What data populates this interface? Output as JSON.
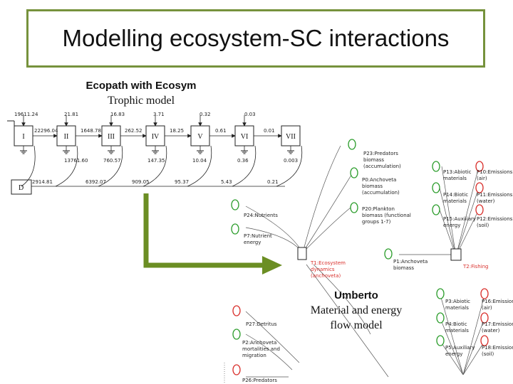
{
  "title": "Modelling ecosystem-SC interactions",
  "ecopath": {
    "caption_bold": "Ecopath with Ecosym",
    "caption_sub": "Trophic model",
    "levels": [
      "I",
      "II",
      "III",
      "IV",
      "V",
      "VI",
      "VII"
    ],
    "top_values": [
      "19611.24",
      "21.81",
      "16.83",
      "3.71",
      "0.32",
      "0.03"
    ],
    "flow_values": [
      "22296.04",
      "1648.78",
      "262.52",
      "18.25",
      "0.61",
      "0.01"
    ],
    "respiration_values": [
      "13761.60",
      "760.57",
      "147.35",
      "10.04",
      "0.36",
      "0.003"
    ],
    "detritus_label": "D",
    "detritus_values": [
      "2914.81",
      "6392.07",
      "909.05",
      "95.37",
      "5.43",
      "0.21"
    ]
  },
  "umberto": {
    "caption_bold": "Umberto",
    "caption_line2": "Material and energy",
    "caption_line3": "flow model",
    "places": {
      "p23": [
        "P23:Predators",
        "biomass",
        "(accumulation)"
      ],
      "p0": [
        "P0:Anchoveta",
        "biomass",
        "(accumulation)"
      ],
      "p20": [
        "P20:Plankton",
        "biomass (functional",
        "groups 1-7)"
      ],
      "p24": [
        "P24:Nutrients"
      ],
      "p7": [
        "P7:Nutrient",
        "energy"
      ],
      "p13": [
        "P13:Abiotic",
        "materials"
      ],
      "p10": [
        "P10:Emissions",
        "(air)"
      ],
      "p14": [
        "P14:Biotic",
        "materials"
      ],
      "p11": [
        "P11:Emissions",
        "(water)"
      ],
      "p15": [
        "P15:Auxiliary",
        "energy"
      ],
      "p12": [
        "P12:Emissions",
        "(soil)"
      ],
      "p1": [
        "P1:Anchoveta",
        "biomass"
      ],
      "p3": [
        "P3:Abiotic",
        "materials"
      ],
      "p16": [
        "P16:Emissions",
        "(air)"
      ],
      "p4": [
        "P4:Biotic",
        "materials"
      ],
      "p17": [
        "P17:Emissions",
        "(water)"
      ],
      "p5": [
        "P5:Auxiliary",
        "energy"
      ],
      "p18": [
        "P18:Emissions",
        "(soil)"
      ],
      "p27": [
        "P27:Detritus"
      ],
      "p2": [
        "P2:Anchoveta",
        "mortalities and",
        "migration"
      ],
      "p26": [
        "P26:Predators"
      ]
    },
    "transitions": {
      "t1": [
        "T1:Ecosystem",
        "dynamics",
        "(anchoveta)"
      ],
      "t2": [
        "T2:Fishing"
      ]
    }
  },
  "colors": {
    "frame": "#76923c",
    "arrow": "#6b8e23",
    "place_green": "#2e9e2e",
    "place_red": "#d9302c",
    "transition_red": "#d9302c"
  }
}
